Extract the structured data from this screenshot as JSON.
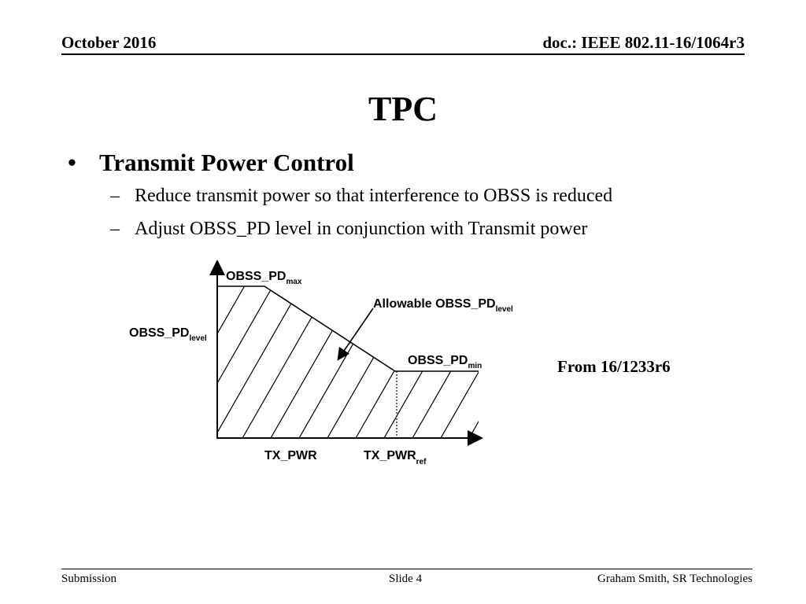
{
  "header": {
    "date": "October 2016",
    "doc": "doc.: IEEE 802.11-16/1064r3"
  },
  "slide": {
    "title": "TPC",
    "bullet": {
      "marker": "•",
      "text": "Transmit Power Control",
      "subs": [
        {
          "marker": "–",
          "text": "Reduce transmit power so that interference to OBSS is reduced"
        },
        {
          "marker": "–",
          "text": "Adjust OBSS_PD level in conjunction with Transmit power"
        }
      ]
    },
    "diagram": {
      "top_label": {
        "main": "OBSS_PD",
        "sub": "max"
      },
      "left_label": {
        "main": "OBSS_PD",
        "sub": "level"
      },
      "arrow_label": {
        "main": "Allowable OBSS_PD",
        "sub": "level"
      },
      "min_label": {
        "main": "OBSS_PD",
        "sub": "min"
      },
      "x_label_1": "TX_PWR",
      "x_label_2": {
        "main": "TX_PWR",
        "sub": "ref"
      }
    },
    "source_note": "From 16/1233r6"
  },
  "footer": {
    "left": "Submission",
    "center": "Slide 4",
    "right": "Graham Smith, SR Technologies"
  }
}
